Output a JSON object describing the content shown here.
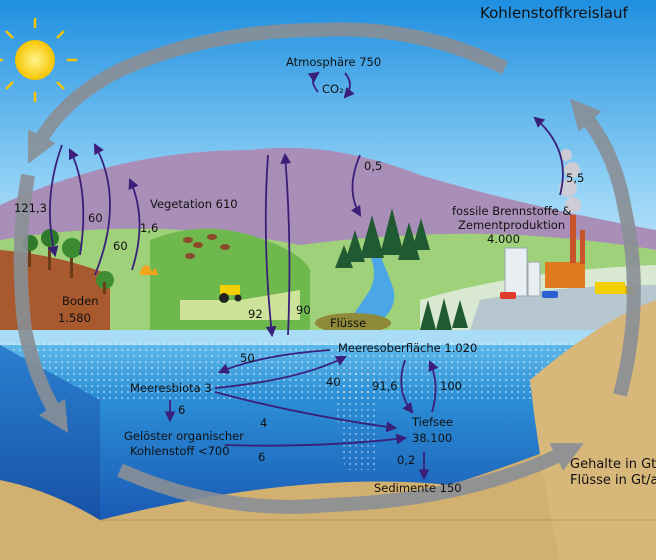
{
  "title": "Kohlenstoffkreislauf",
  "colors": {
    "flux_arrow": "#3a1f7a",
    "cycle_arrow": "#8a8f96",
    "ocean": "#2c8fd6",
    "deep_ocean": "#1a5ab5",
    "soil": "#a85a2e",
    "sediment": "#d2b070",
    "hills": "#a98fb8",
    "land": "#8fc96a"
  },
  "labels": {
    "atmosphere": "Atmosphäre 750",
    "co2": "CO₂",
    "vegetation": "Vegetation 610",
    "soil": "Boden",
    "soil_value": "1.580",
    "fossil_line1": "fossile Brennstoffe &",
    "fossil_line2": "Zementproduktion",
    "fossil_value": "4.000",
    "rivers": "Flüsse",
    "ocean_surface": "Meeresoberfläche 1.020",
    "marine_biota": "Meeresbiota 3",
    "doc_line1": "Gelöster organischer",
    "doc_line2": "Kohlenstoff <700",
    "deep_sea": "Tiefsee",
    "deep_sea_value": "38.100",
    "sediments": "Sedimente 150"
  },
  "fluxes": {
    "f_121_3": "121,3",
    "f_60_a": "60",
    "f_60_b": "60",
    "f_1_6": "1,6",
    "f_0_5": "0,5",
    "f_5_5": "5,5",
    "f_92": "92",
    "f_90": "90",
    "f_50": "50",
    "f_40": "40",
    "f_91_6": "91,6",
    "f_100": "100",
    "f_6_a": "6",
    "f_4": "4",
    "f_6_b": "6",
    "f_0_2": "0,2"
  },
  "legend": {
    "line1": "Gehalte in Gt",
    "line2": "Flüsse in Gt/a"
  },
  "icons": [
    "sun-icon",
    "factory-icon",
    "tractor-icon",
    "car-icon",
    "truck-icon",
    "conifer-tree-icon",
    "palm-tree-icon",
    "cow-icon",
    "fire-icon",
    "smoke-icon",
    "building-icon"
  ]
}
